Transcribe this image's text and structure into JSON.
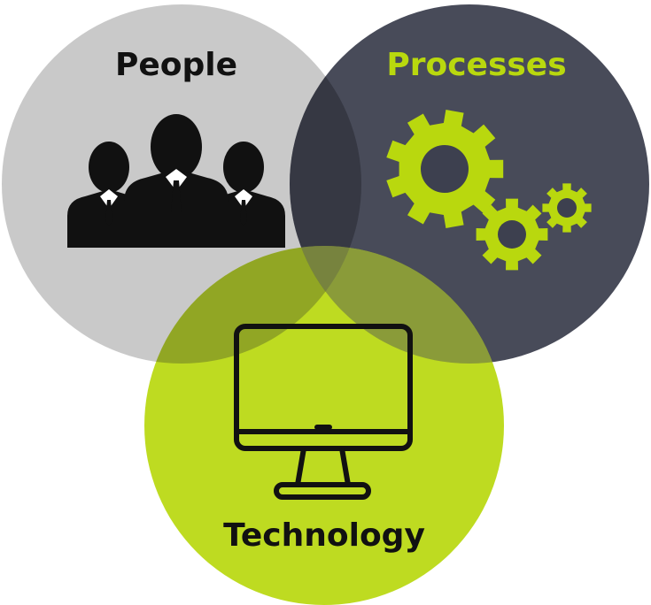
{
  "diagram": {
    "type": "venn",
    "sets": [
      {
        "id": "people",
        "label": "People",
        "icon": "people-icon",
        "fill": "#c9c9c9",
        "label_color": "#111111"
      },
      {
        "id": "processes",
        "label": "Processes",
        "icon": "gears-icon",
        "fill": "#3d404f",
        "label_color": "#b9d80e"
      },
      {
        "id": "technology",
        "label": "Technology",
        "icon": "monitor-icon",
        "fill": "#b9d80e",
        "label_color": "#111111"
      }
    ]
  },
  "colors": {
    "people_circle": "#c9c9c9",
    "processes_circle": "#3d404f",
    "technology_circle": "#b9d80e",
    "accent_green": "#b9d80e",
    "icon_dark": "#111111"
  }
}
